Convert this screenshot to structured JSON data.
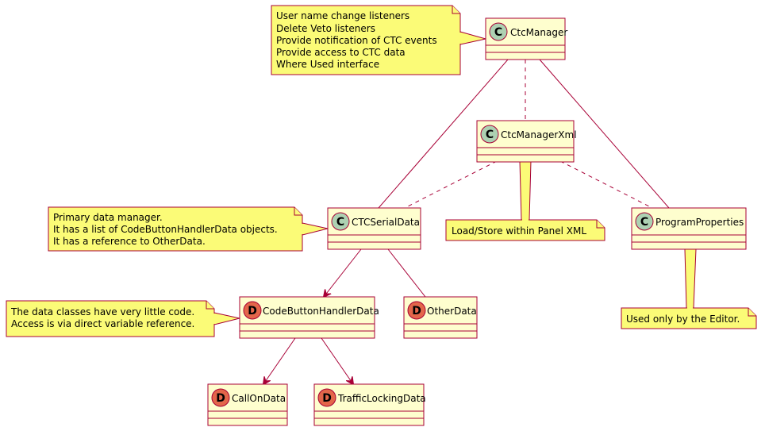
{
  "colors": {
    "class_fill": "#FEFECE",
    "class_border": "#A80036",
    "class_badge": "#ADD1B2",
    "data_badge": "#E3664A",
    "note_fill": "#FBFB77",
    "note_border": "#A80036",
    "line": "#A80036"
  },
  "classes": {
    "ctc_manager": {
      "badge": "C",
      "name": "CtcManager"
    },
    "ctc_manager_xml": {
      "badge": "C",
      "name": "CtcManagerXml"
    },
    "ctc_serial_data": {
      "badge": "C",
      "name": "CTCSerialData"
    },
    "program_properties": {
      "badge": "C",
      "name": "ProgramProperties"
    },
    "code_button_handler_data": {
      "badge": "D",
      "name": "CodeButtonHandlerData"
    },
    "other_data": {
      "badge": "D",
      "name": "OtherData"
    },
    "call_on_data": {
      "badge": "D",
      "name": "CallOnData"
    },
    "traffic_locking_data": {
      "badge": "D",
      "name": "TrafficLockingData"
    }
  },
  "notes": {
    "ctc_manager_note": [
      "User name change listeners",
      "Delete Veto listeners",
      "Provide notification of CTC events",
      "Provide access to CTC data",
      "Where Used interface"
    ],
    "serial_data_note": [
      "Primary data manager.",
      "It has a list of CodeButtonHandlerData objects.",
      "It has a reference to OtherData."
    ],
    "xml_note": [
      "Load/Store within Panel XML"
    ],
    "properties_note": [
      "Used only by the Editor."
    ],
    "data_classes_note": [
      "The data classes have very little code.",
      "Access is via direct variable reference."
    ]
  }
}
